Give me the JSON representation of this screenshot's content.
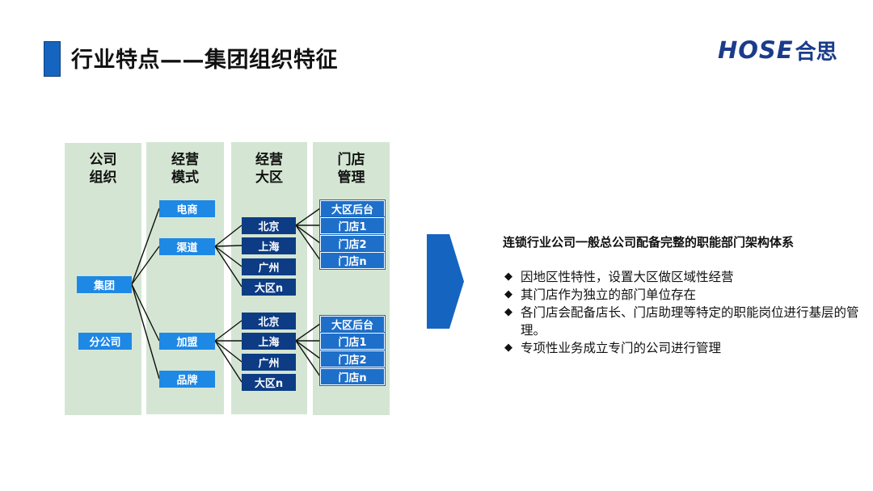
{
  "slide": {
    "title": "行业特点——集团组织特征",
    "logo_mark": "HOSE",
    "logo_cn": "合思"
  },
  "diagram": {
    "columns": [
      {
        "label": "公司\n组织"
      },
      {
        "label": "经营\n模式"
      },
      {
        "label": "经营\n大区"
      },
      {
        "label": "门店\n管理"
      }
    ],
    "company": [
      {
        "label": "集团"
      },
      {
        "label": "分公司"
      }
    ],
    "modes": [
      {
        "label": "电商"
      },
      {
        "label": "渠道"
      },
      {
        "label": "加盟"
      },
      {
        "label": "品牌"
      }
    ],
    "regions_a": [
      {
        "label": "北京"
      },
      {
        "label": "上海"
      },
      {
        "label": "广州"
      },
      {
        "label": "大区n"
      }
    ],
    "regions_b": [
      {
        "label": "北京"
      },
      {
        "label": "上海"
      },
      {
        "label": "广州"
      },
      {
        "label": "大区n"
      }
    ],
    "stores_a": [
      {
        "label": "大区后台"
      },
      {
        "label": "门店1"
      },
      {
        "label": "门店2"
      },
      {
        "label": "门店n"
      }
    ],
    "stores_b": [
      {
        "label": "大区后台"
      },
      {
        "label": "门店1"
      },
      {
        "label": "门店2"
      },
      {
        "label": "门店n"
      }
    ]
  },
  "panel": {
    "title": "连锁行业公司一般总公司配备完整的职能部门架构体系",
    "bullet_symbol": "◆",
    "bullets": [
      "因地区性特性，设置大区做区域性经营",
      "其门店作为独立的部门单位存在",
      "各门店会配备店长、门店助理等特定的职能岗位进行基层的管理。",
      "专项性业务成立专门的公司进行管理"
    ]
  },
  "colors": {
    "accent": "#1565c0",
    "column_bg": "#d4e6d3",
    "node_light": "#1e88e5",
    "node_dark": "#0d3c85"
  }
}
